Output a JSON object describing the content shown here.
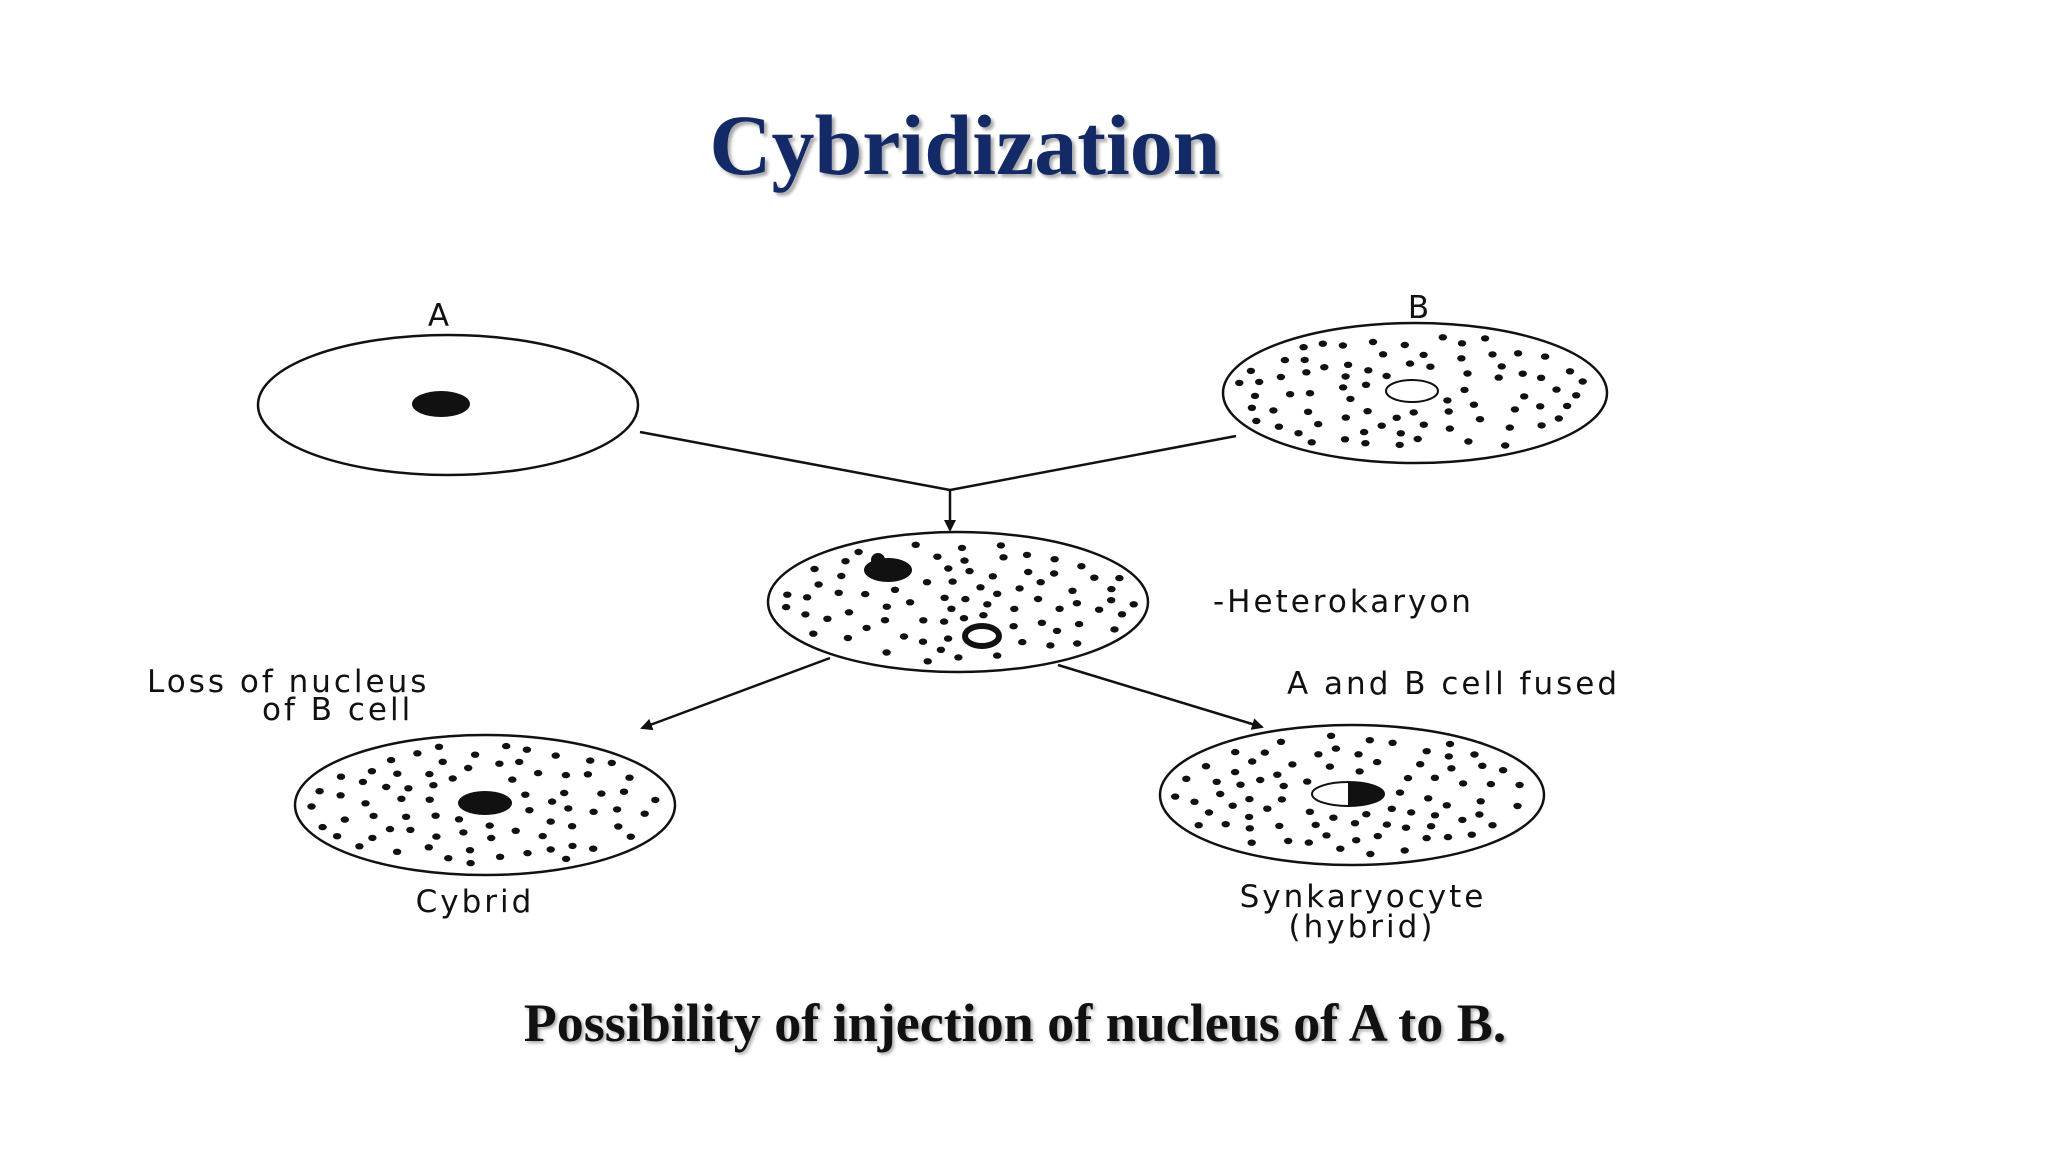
{
  "title": "Cybridization",
  "caption": "Possibility of injection of nucleus of A to B.",
  "labels": {
    "cell_a": "A",
    "cell_b": "B",
    "heterokaryon": "-Heterokaryon",
    "loss_line1": "Loss of nucleus",
    "loss_line2": "of B cell",
    "fused": "A and B cell fused",
    "cybrid": "Cybrid",
    "synkaryocyte_line1": "Synkaryocyte",
    "synkaryocyte_line2": "(hybrid)"
  },
  "colors": {
    "title": "#142a66",
    "ink": "#111111"
  }
}
